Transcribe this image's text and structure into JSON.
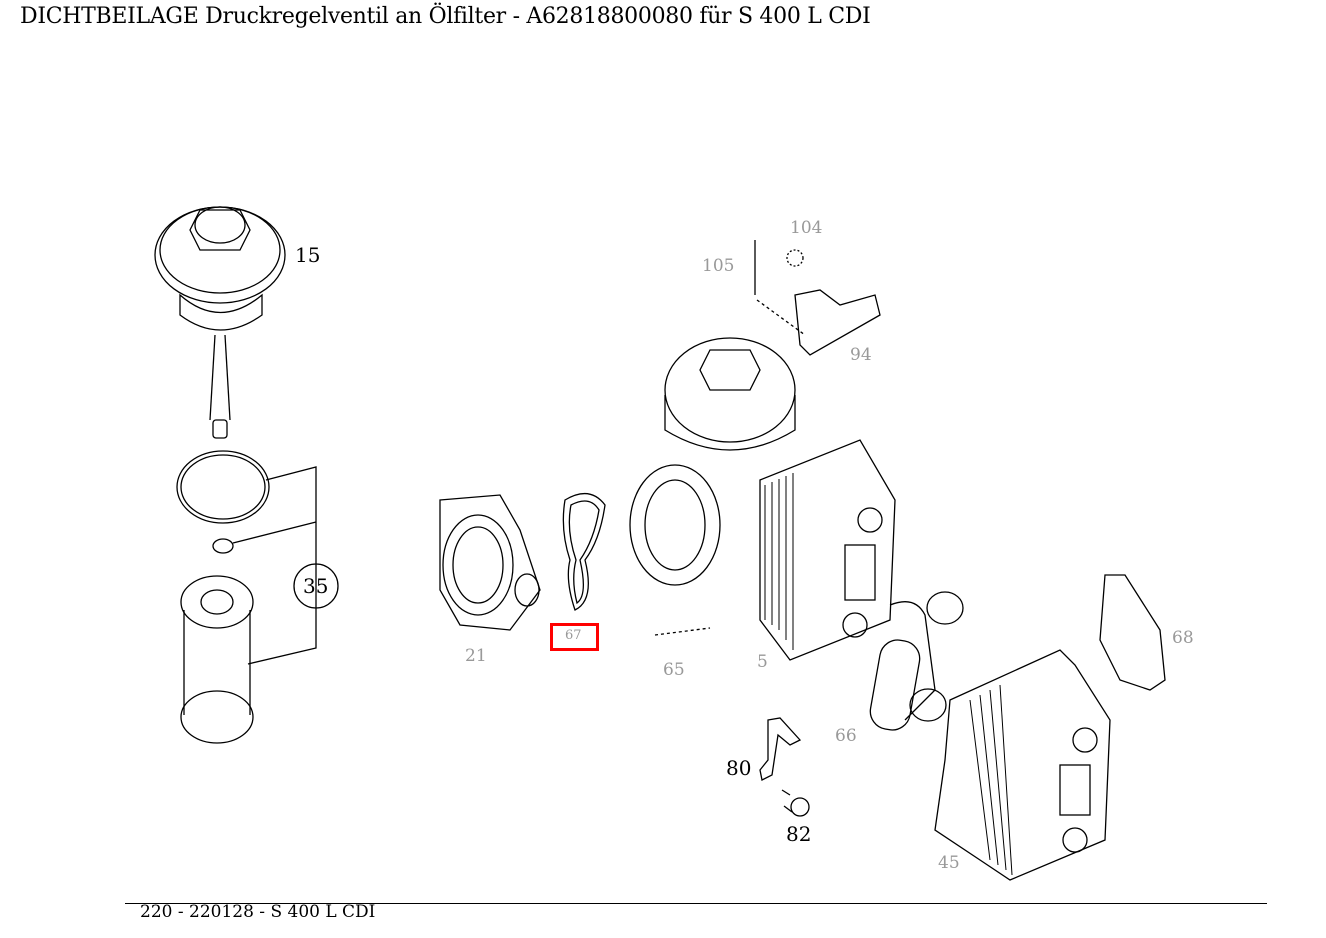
{
  "title": "DICHTBEILAGE Druckregelventil an Ölfilter - A62818800080 für S 400 L CDI",
  "footer": "220 - 220128 - S 400 L CDI",
  "highlight_color": "#ff0000",
  "callouts": {
    "c15": "15",
    "c35": "35",
    "c104": "104",
    "c105": "105",
    "c94": "94",
    "c21": "21",
    "c67": "67",
    "c65": "65",
    "c5": "5",
    "c66": "66",
    "c68": "68",
    "c45": "45",
    "c80": "80",
    "c82": "82"
  }
}
